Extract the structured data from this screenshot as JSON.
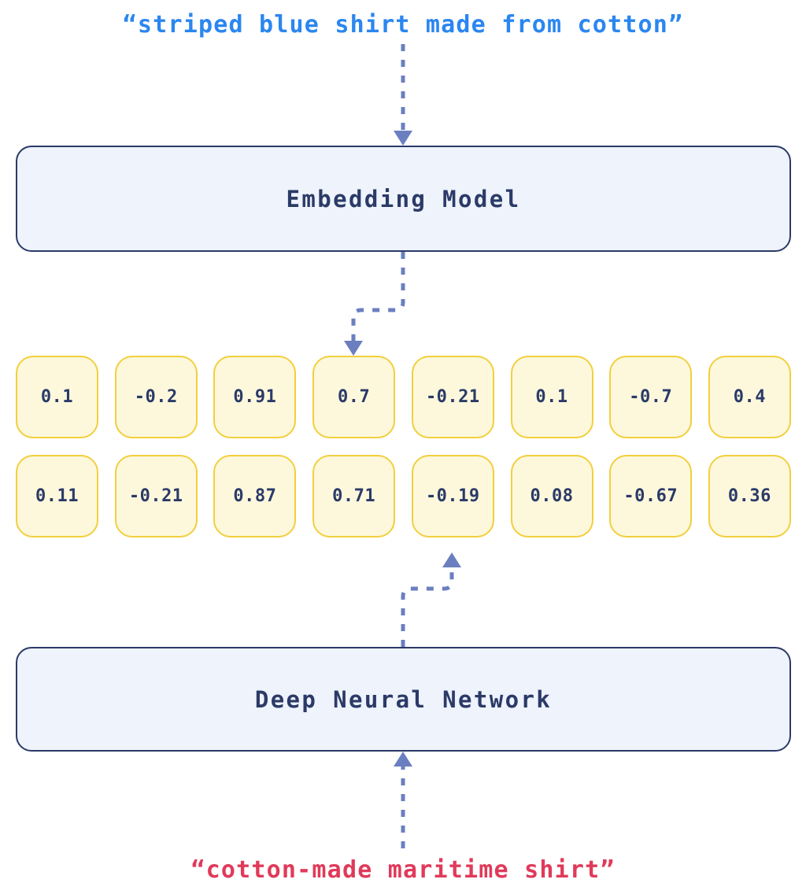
{
  "diagram": {
    "type": "flow-diagram",
    "title_text_top": "“striped blue shirt made from cotton”",
    "title_text_bottom": "“cotton-made maritime shirt”",
    "colors": {
      "query_blue": "#2b86f0",
      "query_red": "#e03a5a",
      "box_fill": "#eef3fc",
      "box_border": "#2b3a67",
      "cell_fill": "#fdf8dc",
      "cell_border": "#f2cf3d",
      "text_navy": "#2b3a67",
      "connector": "#6b7fc0",
      "background": "#ffffff"
    }
  },
  "top_query": {
    "label": "“striped blue shirt made from cotton”"
  },
  "bottom_query": {
    "label": "“cotton-made maritime shirt”"
  },
  "embedding_model": {
    "label": "Embedding Model"
  },
  "deep_neural_network": {
    "label": "Deep Neural Network"
  },
  "vectors": {
    "row1": [
      "0.1",
      "-0.2",
      "0.91",
      "0.7",
      "-0.21",
      "0.1",
      "-0.7",
      "0.4"
    ],
    "row2": [
      "0.11",
      "-0.21",
      "0.87",
      "0.71",
      "-0.19",
      "0.08",
      "-0.67",
      "0.36"
    ]
  },
  "connectors": {
    "top_arrow": "dashed-arrow-down",
    "embedding_to_vector": "dashed-elbow-arrow-down",
    "vector_to_dnn": "dashed-elbow-arrow-up",
    "bottom_arrow": "dashed-arrow-up"
  }
}
